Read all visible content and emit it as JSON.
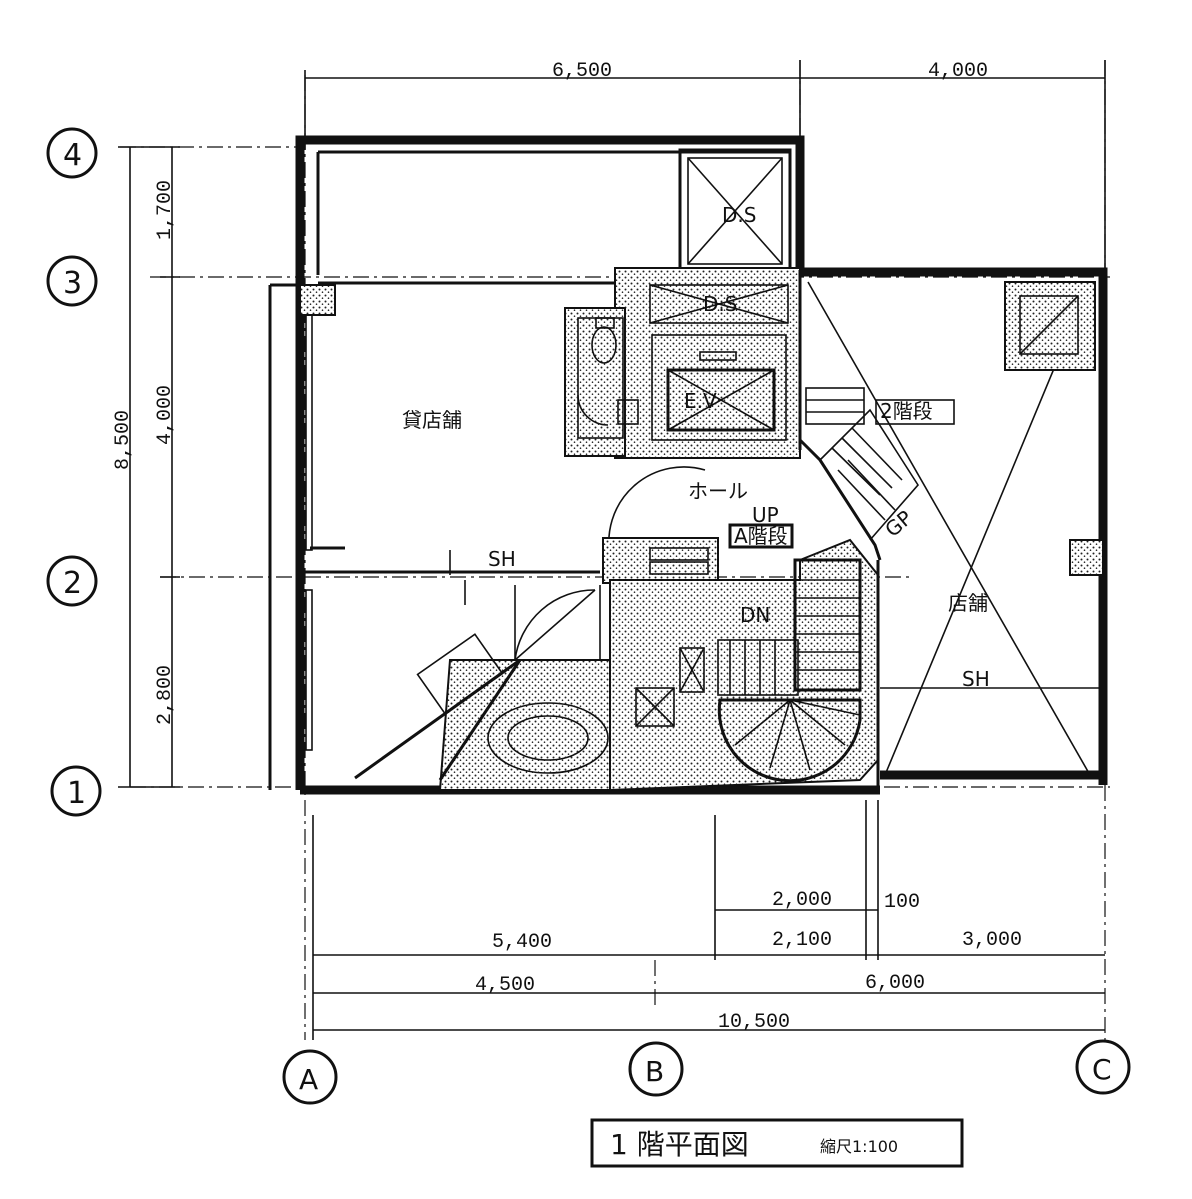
{
  "title": {
    "main": "1 階平面図",
    "scale": "縮尺1:100"
  },
  "grid_labels": {
    "rows": [
      "4",
      "3",
      "2",
      "1"
    ],
    "cols": [
      "A",
      "B",
      "C"
    ]
  },
  "dimensions": {
    "top": [
      "6,500",
      "4,000"
    ],
    "left_total": "8,500",
    "left_parts": [
      "1,700",
      "4,000",
      "2,800"
    ],
    "bottom_row1": [
      "2,000",
      "100"
    ],
    "bottom_row2": [
      "5,400",
      "2,100",
      "3,000"
    ],
    "bottom_row3": [
      "4,500",
      "6,000"
    ],
    "bottom_total": "10,500"
  },
  "rooms": {
    "left_shop": "貸店舗",
    "right_shop": "店舗",
    "hall": "ホール",
    "ev": "E.V",
    "ds_top": "D.S",
    "ds_mid": "D.S",
    "stair_up": "2階段",
    "kaidan": "A階段",
    "dn": "DN",
    "up": "UP",
    "sh_left": "SH",
    "sh_right": "SH",
    "gp": "GP"
  }
}
